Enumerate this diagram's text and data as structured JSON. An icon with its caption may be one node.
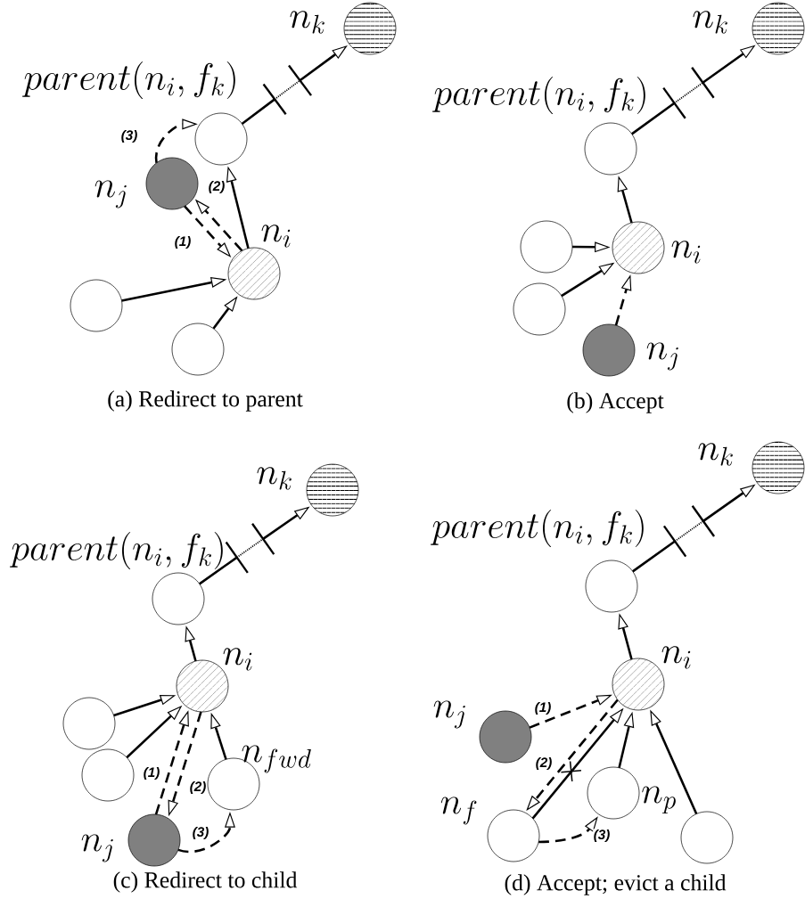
{
  "diagram": {
    "nodes": [
      {
        "text": [],
        "shape": "circle",
        "beside": [
          "n_k"
        ]
      },
      {
        "text": [],
        "shape": "circle",
        "beside": [
          "parent(n_i, f_k)"
        ]
      },
      {
        "text": [],
        "shape": "circle",
        "beside": [
          "n_j"
        ]
      },
      {
        "text": [],
        "shape": "circle",
        "beside": [
          "n_i"
        ]
      },
      {
        "text": [],
        "shape": "circle"
      },
      {
        "text": [],
        "shape": "circle"
      },
      {
        "text": [],
        "shape": "circle",
        "beside": [
          "n_k"
        ]
      },
      {
        "text": [],
        "shape": "circle",
        "beside": [
          "parent(n_i, f_k)"
        ]
      },
      {
        "text": [],
        "shape": "circle"
      },
      {
        "text": [],
        "shape": "circle",
        "beside": [
          "n_i"
        ]
      },
      {
        "text": [],
        "shape": "circle"
      },
      {
        "text": [],
        "shape": "circle",
        "beside": [
          "n_j"
        ]
      },
      {
        "text": [],
        "shape": "circle",
        "beside": [
          "n_k"
        ]
      },
      {
        "text": [],
        "shape": "circle",
        "beside": [
          "parent(n_i, f_k)"
        ]
      },
      {
        "text": [],
        "shape": "circle",
        "beside": [
          "n_i"
        ]
      },
      {
        "text": [],
        "shape": "circle"
      },
      {
        "text": [],
        "shape": "circle"
      },
      {
        "text": [],
        "shape": "circle",
        "beside": [
          "n_{fwd}"
        ]
      },
      {
        "text": [],
        "shape": "circle",
        "beside": [
          "n_j"
        ]
      },
      {
        "text": [],
        "shape": "circle",
        "beside": [
          "n_k"
        ]
      },
      {
        "text": [],
        "shape": "circle",
        "beside": [
          "parent(n_i, f_k)"
        ]
      },
      {
        "text": [],
        "shape": "circle",
        "beside": [
          "n_i"
        ]
      },
      {
        "text": [],
        "shape": "circle",
        "beside": [
          "n_j"
        ]
      },
      {
        "text": [],
        "shape": "circle",
        "beside": [
          "n_p"
        ]
      },
      {
        "text": [],
        "shape": "circle",
        "beside": [
          "n_f"
        ]
      },
      {
        "text": [],
        "shape": "circle"
      }
    ],
    "edges": [
      {
        "from": 1,
        "to": 0,
        "arrow": "to"
      },
      {
        "from": 3,
        "to": 1,
        "arrow": "to"
      },
      {
        "from": 4,
        "to": 3,
        "arrow": "to"
      },
      {
        "from": 5,
        "to": 3,
        "arrow": "to"
      },
      {
        "from": 2,
        "to": 3,
        "arrow": "to",
        "style": "dashed",
        "label": "(1)"
      },
      {
        "from": 3,
        "to": 2,
        "arrow": "to",
        "style": "dashed",
        "label": "(2)"
      },
      {
        "from": 2,
        "to": 1,
        "arrow": "to",
        "style": "dashed",
        "label": "(3)"
      },
      {
        "from": 7,
        "to": 6,
        "arrow": "to"
      },
      {
        "from": 9,
        "to": 7,
        "arrow": "to"
      },
      {
        "from": 8,
        "to": 9,
        "arrow": "to"
      },
      {
        "from": 10,
        "to": 9,
        "arrow": "to"
      },
      {
        "from": 11,
        "to": 9,
        "arrow": "to",
        "style": "dashed"
      },
      {
        "from": 13,
        "to": 12,
        "arrow": "to"
      },
      {
        "from": 14,
        "to": 13,
        "arrow": "to"
      },
      {
        "from": 15,
        "to": 14,
        "arrow": "to"
      },
      {
        "from": 16,
        "to": 14,
        "arrow": "to"
      },
      {
        "from": 18,
        "to": 14,
        "arrow": "to",
        "style": "dashed",
        "label": "(1)"
      },
      {
        "from": 14,
        "to": 18,
        "arrow": "to",
        "style": "dashed",
        "label": "(2)"
      },
      {
        "from": 17,
        "to": 14,
        "arrow": "to"
      },
      {
        "from": 18,
        "to": 17,
        "arrow": "to",
        "style": "dashed",
        "label": "(3)"
      },
      {
        "from": 20,
        "to": 19,
        "arrow": "to"
      },
      {
        "from": 21,
        "to": 20,
        "arrow": "to"
      },
      {
        "from": 22,
        "to": 21,
        "arrow": "to",
        "style": "dashed",
        "label": "(1)"
      },
      {
        "from": 21,
        "to": 24,
        "arrow": "to",
        "style": "dashed",
        "label": "(2)"
      },
      {
        "from": 24,
        "to": 21,
        "arrow": "to"
      },
      {
        "from": 23,
        "to": 21,
        "arrow": "to"
      },
      {
        "from": 25,
        "to": 21,
        "arrow": "to"
      },
      {
        "from": 24,
        "to": 23,
        "arrow": "to",
        "style": "dashed",
        "label": "(3)"
      }
    ],
    "labels": [
      "(a) Redirect to parent",
      "(b) Accept",
      "(c) Redirect to child",
      "(d) Accept; evict a child"
    ]
  }
}
